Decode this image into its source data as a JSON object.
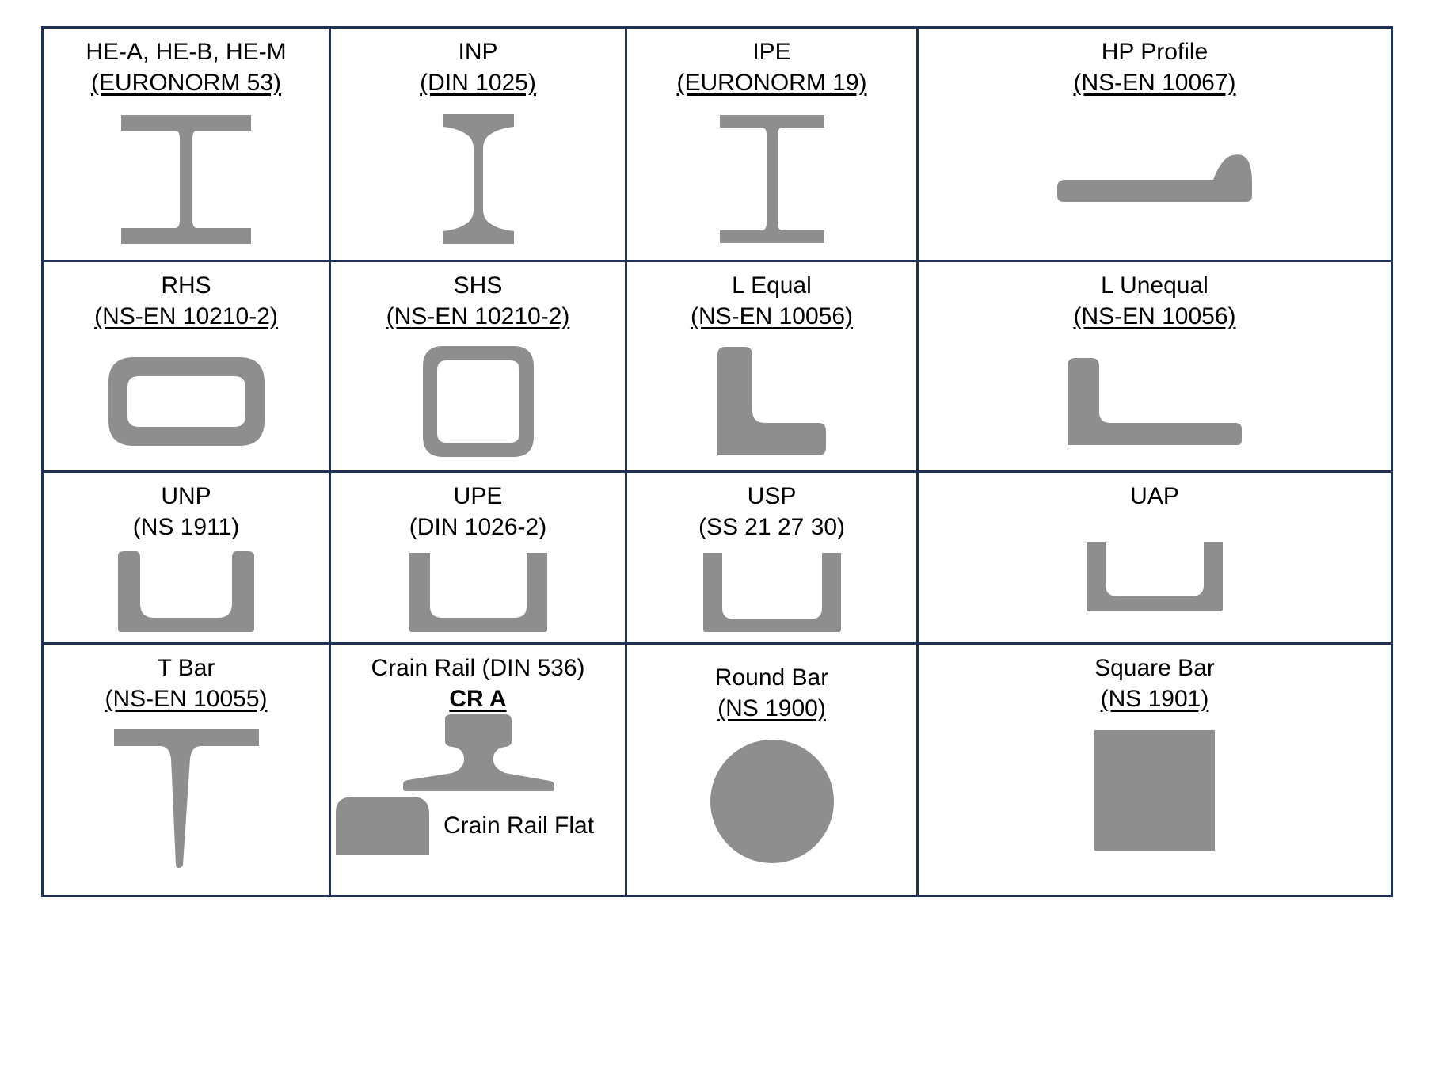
{
  "document": {
    "title": "Steel Profile Reference Table",
    "border_color": "#1f3158",
    "shape_color": "#8e8e8e",
    "background_color": "#ffffff"
  },
  "table": {
    "columns": 4,
    "rows": 4,
    "cells": [
      {
        "id": "he-profiles",
        "line1": "HE-A, HE-B, HE-M",
        "line2": "(EURONORM 53)",
        "line2_underlined": true,
        "icon": "he-beam-icon"
      },
      {
        "id": "inp",
        "line1": "INP",
        "line2": "(DIN 1025)",
        "line2_underlined": true,
        "icon": "inp-beam-icon"
      },
      {
        "id": "ipe",
        "line1": "IPE",
        "line2": "(EURONORM 19)",
        "line2_underlined": true,
        "icon": "ipe-beam-icon"
      },
      {
        "id": "hp-profile",
        "line1": "HP Profile",
        "line2": "(NS-EN 10067)",
        "line2_underlined": true,
        "icon": "hp-profile-icon"
      },
      {
        "id": "rhs",
        "line1": "RHS",
        "line2": "(NS-EN 10210-2)",
        "line2_underlined": true,
        "icon": "rhs-hollow-rect-icon"
      },
      {
        "id": "shs",
        "line1": "SHS",
        "line2": "(NS-EN 10210-2)",
        "line2_underlined": true,
        "icon": "shs-hollow-square-icon"
      },
      {
        "id": "l-equal",
        "line1": "L Equal",
        "line2": "(NS-EN 10056)",
        "line2_underlined": true,
        "icon": "l-equal-angle-icon"
      },
      {
        "id": "l-unequal",
        "line1": "L Unequal",
        "line2": "(NS-EN 10056)",
        "line2_underlined": true,
        "icon": "l-unequal-angle-icon"
      },
      {
        "id": "unp",
        "line1": "UNP",
        "line2": "(NS 1911)",
        "line2_underlined": false,
        "icon": "unp-channel-icon"
      },
      {
        "id": "upe",
        "line1": "UPE",
        "line2": "(DIN 1026-2)",
        "line2_underlined": false,
        "icon": "upe-channel-icon"
      },
      {
        "id": "usp",
        "line1": "USP",
        "line2": "(SS 21 27 30)",
        "line2_underlined": false,
        "icon": "usp-channel-icon"
      },
      {
        "id": "uap",
        "line1": "UAP",
        "line2": "",
        "line2_underlined": false,
        "icon": "uap-channel-icon"
      },
      {
        "id": "t-bar",
        "line1": "T Bar",
        "line2": "(NS-EN 10055)",
        "line2_underlined": true,
        "icon": "t-bar-icon"
      },
      {
        "id": "crain-rail",
        "line1": "Crain Rail (DIN 536)",
        "line2": "CR A",
        "line2_underlined": true,
        "line2_bold": true,
        "icon": "crane-rail-icon",
        "secondary_caption": "Crain Rail Flat",
        "secondary_icon": "crane-rail-flat-icon"
      },
      {
        "id": "round-bar",
        "line1": "Round Bar",
        "line2": "(NS 1900)",
        "line2_underlined": true,
        "icon": "round-bar-icon"
      },
      {
        "id": "square-bar",
        "line1": "Square Bar",
        "line2": "(NS 1901)",
        "line2_underlined": true,
        "icon": "square-bar-icon"
      }
    ]
  }
}
